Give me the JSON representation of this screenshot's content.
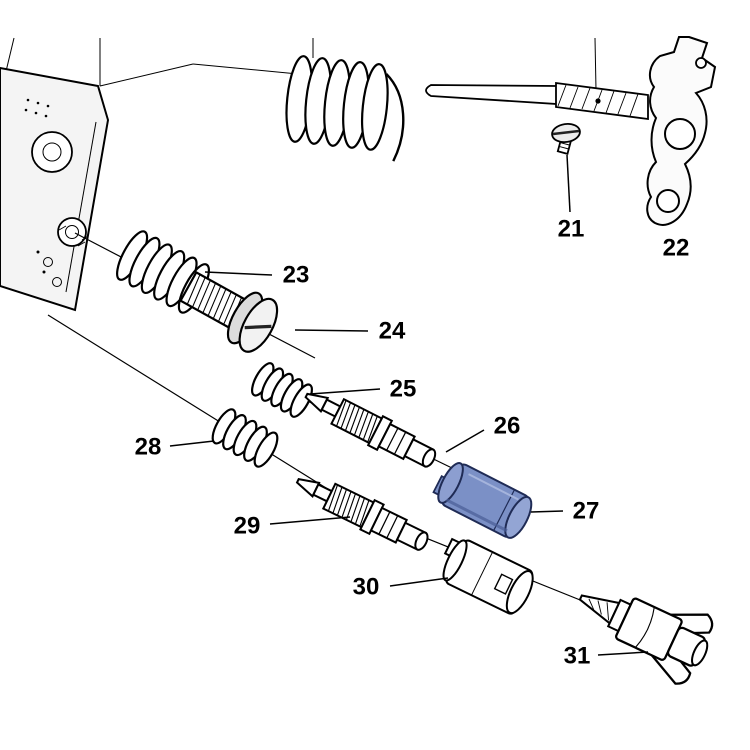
{
  "diagram": {
    "background_color": "#ffffff",
    "line_color": "#000000",
    "highlight_fill": "#7b90c6",
    "highlight_stroke": "#1f2b55",
    "highlighted_part": "27",
    "parts": [
      {
        "label": "21"
      },
      {
        "label": "22"
      },
      {
        "label": "23"
      },
      {
        "label": "24"
      },
      {
        "label": "25"
      },
      {
        "label": "26"
      },
      {
        "label": "27"
      },
      {
        "label": "28"
      },
      {
        "label": "29"
      },
      {
        "label": "30"
      },
      {
        "label": "31"
      }
    ]
  }
}
